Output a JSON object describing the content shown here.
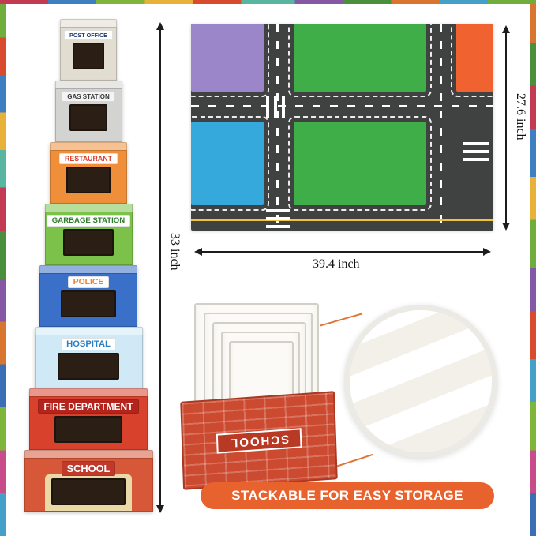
{
  "tower": {
    "height_label": "33 inch",
    "boxes": [
      {
        "label": "POST OFFICE",
        "body": "#e2ddd1",
        "band": "#ffffff",
        "text": "#1d3e6d"
      },
      {
        "label": "GAS STATION",
        "body": "#d3d3d1",
        "band": "#f4f4f4",
        "text": "#3a3a3a"
      },
      {
        "label": "RESTAURANT",
        "body": "#ef8f3a",
        "band": "#ffffff",
        "text": "#d8402e"
      },
      {
        "label": "GARBAGE STATION",
        "body": "#7cc24a",
        "band": "#ffffff",
        "text": "#2f7d2b"
      },
      {
        "label": "POLICE",
        "body": "#3a70c8",
        "band": "#ffffff",
        "text": "#e8842c"
      },
      {
        "label": "HOSPITAL",
        "body": "#cfe9f6",
        "band": "#ffffff",
        "text": "#2a80c4"
      },
      {
        "label": "FIRE DEPARTMENT",
        "body": "#d8422c",
        "band": "#b3251c",
        "text": "#ffffff"
      },
      {
        "label": "SCHOOL",
        "body": "#d65838",
        "band": "#c0392b",
        "text": "#ffffff"
      }
    ]
  },
  "mat": {
    "width_label": "39.4 inch",
    "height_label": "27.6 inch",
    "colors": {
      "road": "#404242",
      "purple": "#9a86c8",
      "green_top": "#3fae49",
      "green_large": "#3fae49",
      "orange": "#f06331",
      "blue": "#35a8dc",
      "line_yellow": "#f2c335"
    }
  },
  "storage": {
    "box_label": "SCHOOL",
    "badge": "STACKABLE FOR EASY STORAGE",
    "badge_color": "#e8622d"
  }
}
